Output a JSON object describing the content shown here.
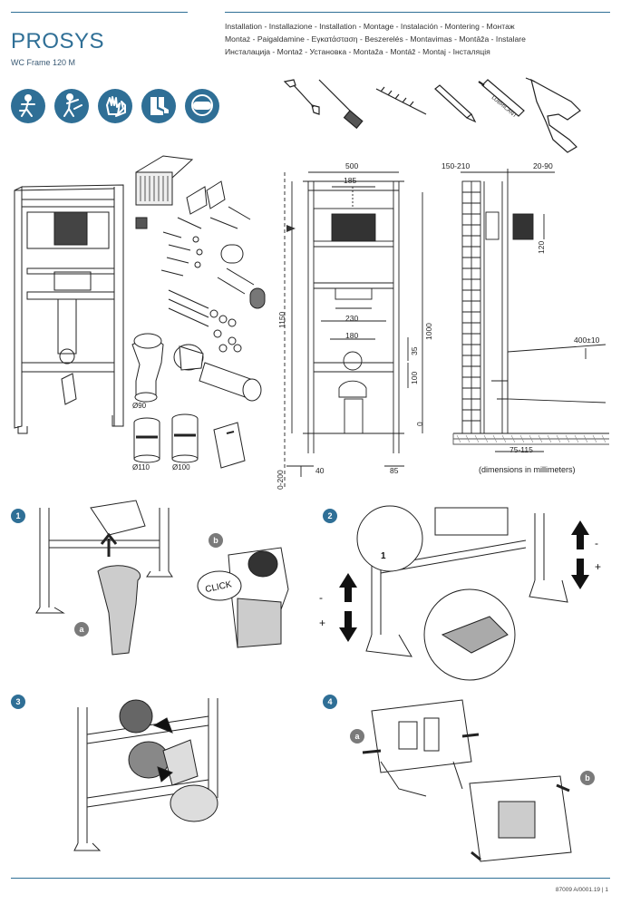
{
  "header": {
    "brand": "PROSYS",
    "product": "WC Frame 120 M",
    "languages": [
      "Installation - Installazione - Installation - Montage - Instalación - Montering - Монтаж",
      "Montaż - Paigaldamine - Εγκατάσταση - Beszerelés - Montavimas - Montāža - Instalare",
      "Инсталација - Montaž - Установка - Montaža - Montáž - Montaj - Інсталяція"
    ]
  },
  "safety_icons": [
    "worker-lifting-icon",
    "worker-carrying-icon",
    "gloves-icon",
    "safety-boots-icon",
    "safety-goggles-icon"
  ],
  "tools": [
    "wrench-icon",
    "screwdriver-icon",
    "drill-bit-icon",
    "pencil-icon",
    "lubricant-tube-icon",
    "power-drill-icon"
  ],
  "lubricant_label": "LUBRICANT",
  "parts": {
    "bend_label": "Ø90",
    "coupler_110": "Ø110",
    "coupler_100": "Ø100"
  },
  "dimensions": {
    "width": "500",
    "inlet_width": "185",
    "total_height": "1150",
    "drain_height": "1000",
    "bracket_width": "230",
    "drain_spacing": "180",
    "offset_35": "35",
    "offset_100": "100",
    "floor_zero": "0",
    "leg_extension": "0-200",
    "leg_40": "40",
    "leg_85": "85",
    "wall_depth": "150-210",
    "cistern_depth": "20-90",
    "pipe_120": "120",
    "bowl_height": "400±10",
    "floor_offset": "75-115",
    "units": "(dimensions in millimeters)"
  },
  "steps": [
    {
      "number": "1",
      "sub_a": "a",
      "sub_b": "b",
      "click_label": "CLICK"
    },
    {
      "number": "2",
      "minus": "-",
      "plus": "+",
      "minus_r": "-",
      "plus_r": "+",
      "person_count": "1"
    },
    {
      "number": "3"
    },
    {
      "number": "4",
      "sub_a": "a",
      "sub_b": "b"
    }
  ],
  "footer": {
    "doc_code": "87009 A/0001.19",
    "page": "1"
  }
}
